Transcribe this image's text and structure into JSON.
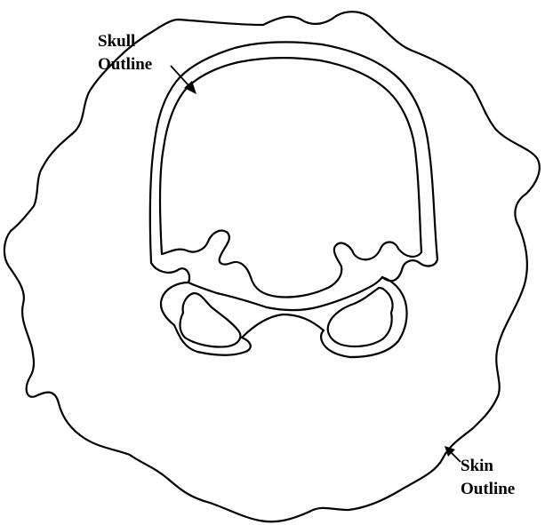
{
  "labels": {
    "skull": {
      "line1": "Skull",
      "line2": "Outline"
    },
    "skin": {
      "line1": "Skin",
      "line2": "Outline"
    }
  },
  "colors": {
    "stroke": "#000000",
    "background": "#ffffff"
  }
}
